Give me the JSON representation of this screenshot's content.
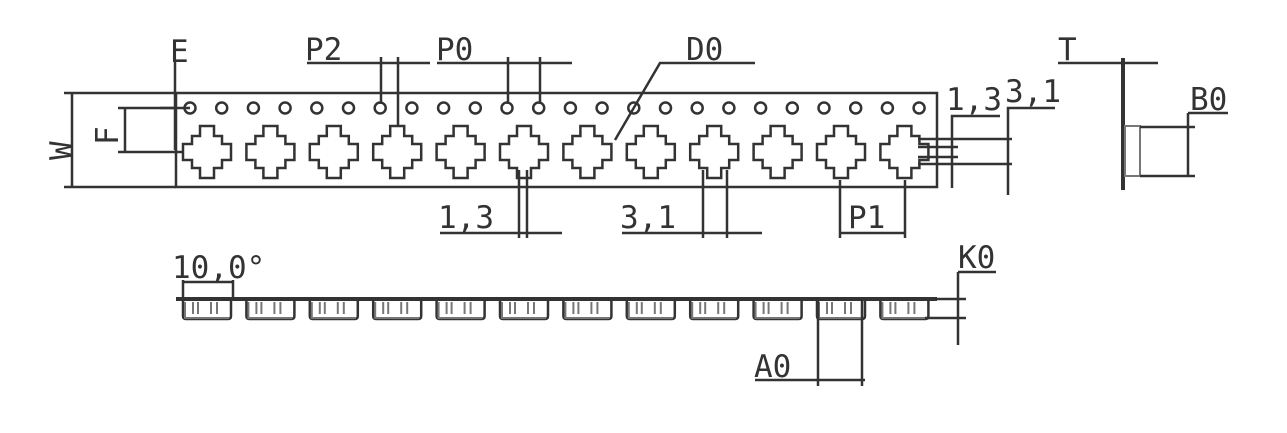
{
  "labels": {
    "e": "E",
    "p2": "P2",
    "p0": "P0",
    "d0": "D0",
    "w": "W",
    "f": "F",
    "slot_width_bottom": "1,3",
    "pocket_width_bottom": "3,1",
    "p1": "P1",
    "slot_width_right": "1,3",
    "pocket_width_right": "3,1",
    "t": "T",
    "b0": "B0",
    "angle": "10,0°",
    "k0": "K0",
    "a0": "A0"
  },
  "tape": {
    "sprocket_hole_count": 24,
    "pocket_count": 12
  },
  "colors": {
    "line": "#333333",
    "secondary": "#777777"
  }
}
